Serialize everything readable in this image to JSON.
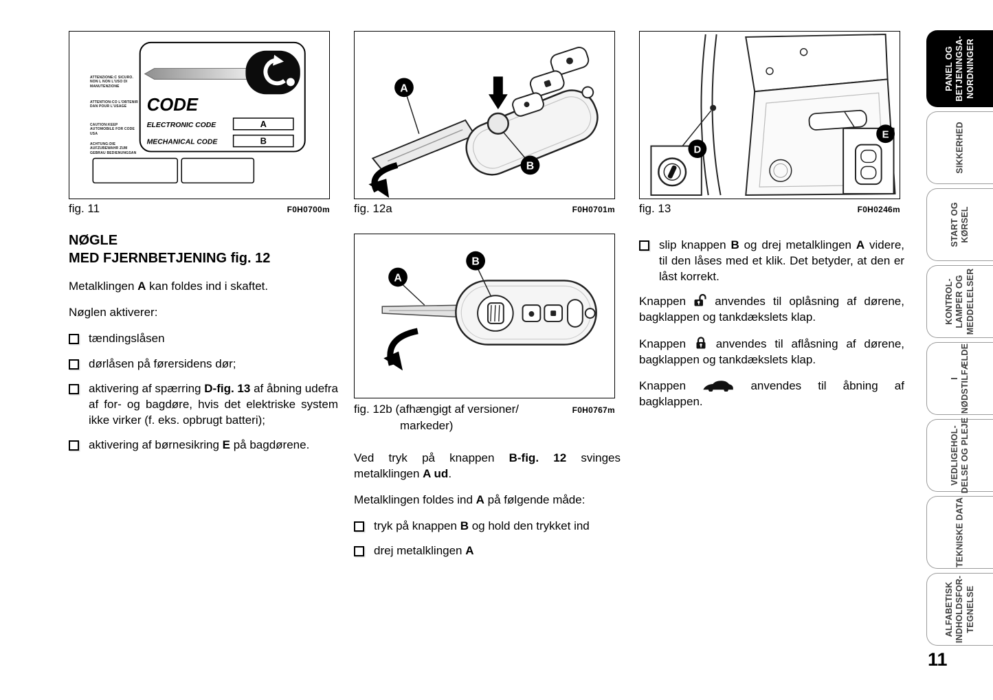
{
  "page_number": "11",
  "figures": {
    "fig11": {
      "caption": "fig. 11",
      "code": "F0H0700m",
      "card": {
        "title": "CODE",
        "rows": [
          {
            "label": "ELECTRONIC CODE",
            "value": "A"
          },
          {
            "label": "MECHANICAL CODE",
            "value": "B"
          }
        ]
      },
      "fine_print": [
        "ATTENZIONE:C SICURO. NON L NON L'USO DI MANUTENZIONE",
        "ATTENTION:CO L'OBTENIR DAN POUR L'USAGE",
        "CAUTION:KEEP AUTOMOBILE FOR CODE USA",
        "ACHTUNG:DIE AUFZUBEWAHR ZUM GEBRAU BEDIENUNGSAN"
      ]
    },
    "fig12a": {
      "caption": "fig. 12a",
      "code": "F0H0701m",
      "badge_a": "A",
      "badge_b": "B"
    },
    "fig13": {
      "caption": "fig. 13",
      "code": "F0H0246m",
      "badge_d": "D",
      "badge_e": "E"
    },
    "fig12b": {
      "caption_line1": "fig. 12b (afhængigt af versioner/",
      "caption_line2": "markeder)",
      "code": "F0H0767m",
      "badge_a": "A",
      "badge_b": "B"
    }
  },
  "left_column": {
    "heading_line1": "NØGLE",
    "heading_line2": "MED FJERNBETJENING fig. 12",
    "paragraph1": [
      {
        "t": "Metalklingen "
      },
      {
        "t": "A",
        "b": true
      },
      {
        "t": " kan foldes ind i skaftet."
      }
    ],
    "paragraph2": "Nøglen aktiverer:",
    "bullets": [
      [
        {
          "t": "tændingslåsen"
        }
      ],
      [
        {
          "t": "dørlåsen på førersidens dør;"
        }
      ],
      [
        {
          "t": "aktivering af spærring "
        },
        {
          "t": "D-fig. 13",
          "b": true
        },
        {
          "t": " af åbning udefra af for- og bagdøre, hvis det elektriske system ikke virker (f. eks. opbrugt batteri);"
        }
      ],
      [
        {
          "t": "aktivering af børnesikring "
        },
        {
          "t": "E",
          "b": true
        },
        {
          "t": " på bagdørene."
        }
      ]
    ]
  },
  "middle_column": {
    "paragraph1": [
      {
        "t": "Ved tryk på knappen "
      },
      {
        "t": "B-fig. 12",
        "b": true
      },
      {
        "t": " svinges metalklingen "
      },
      {
        "t": "A ud",
        "b": true
      },
      {
        "t": "."
      }
    ],
    "paragraph2": [
      {
        "t": "Metalklingen foldes ind "
      },
      {
        "t": "A",
        "b": true
      },
      {
        "t": " på følgende måde:"
      }
    ],
    "bullets": [
      [
        {
          "t": "tryk på knappen "
        },
        {
          "t": "B",
          "b": true
        },
        {
          "t": " og hold den trykket ind"
        }
      ],
      [
        {
          "t": "drej metalklingen "
        },
        {
          "t": "A",
          "b": true
        }
      ]
    ]
  },
  "right_column": {
    "bullet1": [
      {
        "t": "slip knappen "
      },
      {
        "t": "B",
        "b": true
      },
      {
        "t": " og drej metalklingen "
      },
      {
        "t": "A",
        "b": true
      },
      {
        "t": " videre, til den låses med et klik. Det betyder, at den er låst korrekt."
      }
    ],
    "unlock_pre": "Knappen",
    "unlock_post": "anvendes til oplåsning af dørene, bagklappen og tankdækslets klap.",
    "lock_pre": "Knappen",
    "lock_post": "anvendes til aflåsning af dørene, bagklappen og tankdækslets klap.",
    "trunk_pre": "Knappen",
    "trunk_post": "anvendes til åbning af bagklappen."
  },
  "sidebar": {
    "tabs": [
      {
        "lines": [
          "PANEL OG",
          "BETJENINGSA-",
          "NORDNINGER"
        ],
        "active": true
      },
      {
        "lines": [
          "SIKKERHED"
        ],
        "active": false
      },
      {
        "lines": [
          "START OG",
          "KØRSEL"
        ],
        "active": false
      },
      {
        "lines": [
          "KONTROL-",
          "LAMPER OG",
          "MEDDELELSER"
        ],
        "active": false
      },
      {
        "lines": [
          "I",
          "NØDSTILFÆLDE"
        ],
        "active": false
      },
      {
        "lines": [
          "VEDLIGEHOL-",
          "DELSE OG PLEJE"
        ],
        "active": false
      },
      {
        "lines": [
          "TEKNISKE DATA"
        ],
        "active": false
      },
      {
        "lines": [
          "ALFABETISK",
          "INDHOLDSFOR-",
          "TEGNELSE"
        ],
        "active": false
      }
    ]
  }
}
